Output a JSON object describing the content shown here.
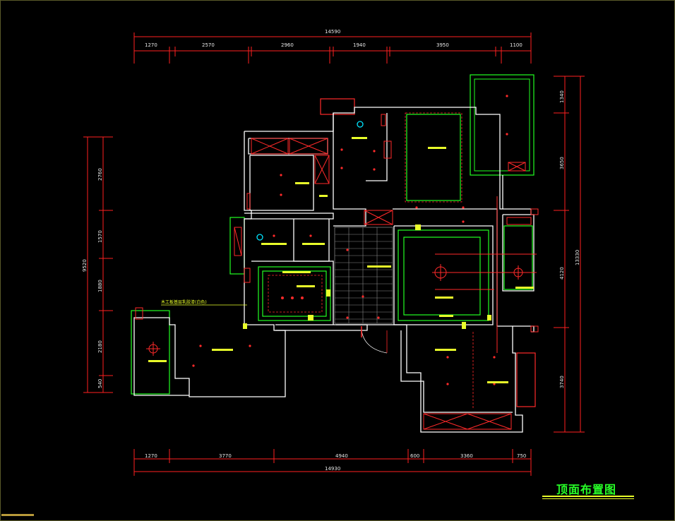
{
  "drawing_title": "顶面布置图",
  "dimensions": {
    "top_total": "14590",
    "top_segments": [
      "1270",
      "2570",
      "2960",
      "1940",
      "3950",
      "1100"
    ],
    "bottom_total": "14930",
    "bottom_segments": [
      "1270",
      "3770",
      "4940",
      "600",
      "3360",
      "750"
    ],
    "left_total": "9520",
    "left_segments": [
      "2760",
      "1570",
      "1880",
      "2180",
      "540"
    ],
    "right_total": "13330",
    "right_segments": [
      "1340",
      "3650",
      "4120",
      "3740"
    ]
  },
  "annotation": "木工板基层乳胶漆(白色)",
  "colors": {
    "background": "#000000",
    "wall": "#ffffff",
    "dimension_line": "#ff2020",
    "ceiling_outline": "#22ff22",
    "label": "#e9ff2a",
    "hatch": "#ff2a2a",
    "fixture": "#00e5ff",
    "title": "#27ff27"
  }
}
